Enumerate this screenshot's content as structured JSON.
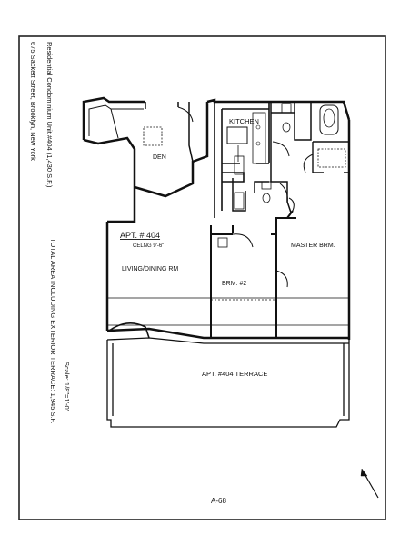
{
  "sheet": {
    "title": "Residential Condominium Unit #404 (1,430 S.F.)",
    "address": "675 Sackett Street, Brooklyn, New York",
    "total_area": "TOTAL AREA INCLUDING EXTERIOR TERRACE: 1,945 S.F.",
    "scale": "Scale: 1/8\"=1'-0\"",
    "page_number": "A-68"
  },
  "rooms": {
    "kitchen": "KITCHEN",
    "den": "DEN",
    "apartment": "APT. # 404",
    "ceiling": "CELNG 9'-6\"",
    "living_dining": "LIVING/DINING RM",
    "master_bedroom": "MASTER BRM.",
    "bedroom2": "BRM. #2",
    "terrace": "APT. #404 TERRACE"
  }
}
